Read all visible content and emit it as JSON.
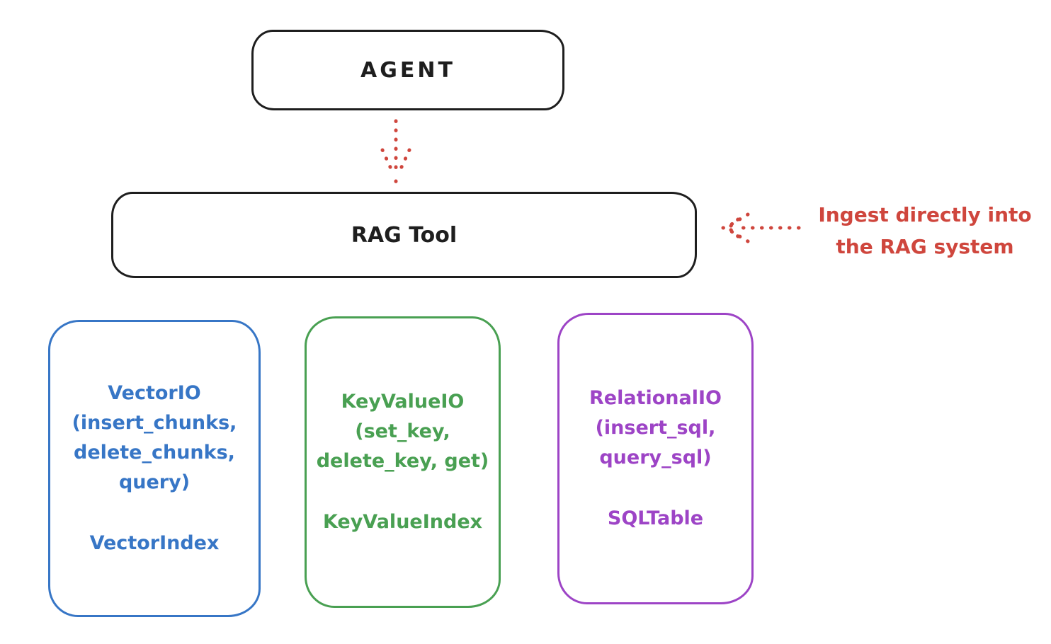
{
  "nodes": {
    "agent": {
      "label": "AGENT"
    },
    "rag_tool": {
      "label": "RAG Tool"
    }
  },
  "annotation": {
    "line1": "Ingest directly into",
    "line2": "the RAG system"
  },
  "arrows": {
    "agent_to_rag": "dotted-down-arrow",
    "annotation_to_rag": "dotted-left-arrow"
  },
  "stores": [
    {
      "name": "VectorIO",
      "header": "VectorIO\n(insert_chunks,\ndelete_chunks,\nquery)",
      "index_label": "VectorIndex",
      "color": "#3776c6"
    },
    {
      "name": "KeyValueIO",
      "header": "KeyValueIO\n(set_key,\ndelete_key, get)",
      "index_label": "KeyValueIndex",
      "color": "#49a052"
    },
    {
      "name": "RelationalIO",
      "header": "RelationalIO\n(insert_sql,\nquery_sql)",
      "index_label": "SQLTable",
      "color": "#9d44c6"
    }
  ],
  "colors": {
    "node_stroke": "#1e1e1e",
    "connector_red": "#cf463d",
    "background": "#ffffff"
  }
}
